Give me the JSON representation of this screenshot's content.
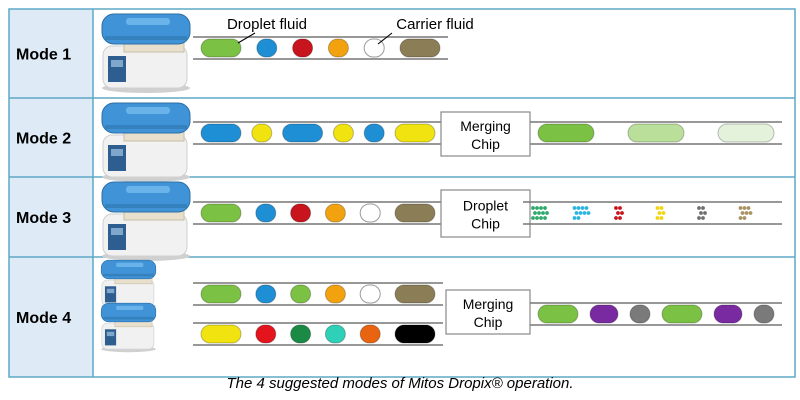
{
  "caption": "The 4 suggested modes of Mitos Dropix® operation.",
  "colors": {
    "table_border": "#5ea8c6",
    "label_cell": "#deebf6",
    "device_blue": "#3f93d6",
    "device_body": "#f1f1f1"
  },
  "annotations": {
    "droplet_fluid": "Droplet fluid",
    "carrier_fluid": "Carrier fluid"
  },
  "modes": [
    {
      "label": "Mode 1",
      "devices": 1,
      "tubes": [
        [
          "#7bc144",
          "#1e8fd5",
          "#c8141c",
          "#f2a20f",
          "#ffffff",
          "#8b7d55"
        ]
      ],
      "chip": null,
      "output": null
    },
    {
      "label": "Mode 2",
      "devices": 1,
      "tubes": [
        [
          "#1e8fd5",
          "#f1e30f",
          "#1e8fd5",
          "#f1e30f",
          "#1e8fd5",
          "#f1e30f"
        ]
      ],
      "chip": {
        "line1": "Merging",
        "line2": "Chip"
      },
      "output": {
        "type": "droplets",
        "colors": [
          "#7bc144",
          "#b9df9a",
          "#e5f2db"
        ]
      }
    },
    {
      "label": "Mode 3",
      "devices": 1,
      "tubes": [
        [
          "#7bc144",
          "#1e8fd5",
          "#c8141c",
          "#f2a20f",
          "#ffffff",
          "#8b7d55"
        ]
      ],
      "chip": {
        "line1": "Droplet",
        "line2": "Chip"
      },
      "output": {
        "type": "clusters",
        "colors": [
          "#2daa6b",
          "#2ab5e0",
          "#c8141c",
          "#f2d40f",
          "#6f6f6f",
          "#a89461"
        ]
      }
    },
    {
      "label": "Mode 4",
      "devices": 2,
      "tubes": [
        [
          "#7bc144",
          "#1e8fd5",
          "#7bc144",
          "#f2a20f",
          "#ffffff",
          "#8b7d55"
        ],
        [
          "#f1e30f",
          "#e3141c",
          "#1a8a45",
          "#2fd0b8",
          "#e86410",
          "#000000"
        ]
      ],
      "chip": {
        "line1": "Merging",
        "line2": "Chip"
      },
      "output": {
        "type": "droplets",
        "colors": [
          "#7bc144",
          "#7a2aa0",
          "#7a7a7a",
          "#7bc144",
          "#7a2aa0",
          "#7a7a7a"
        ]
      }
    }
  ]
}
